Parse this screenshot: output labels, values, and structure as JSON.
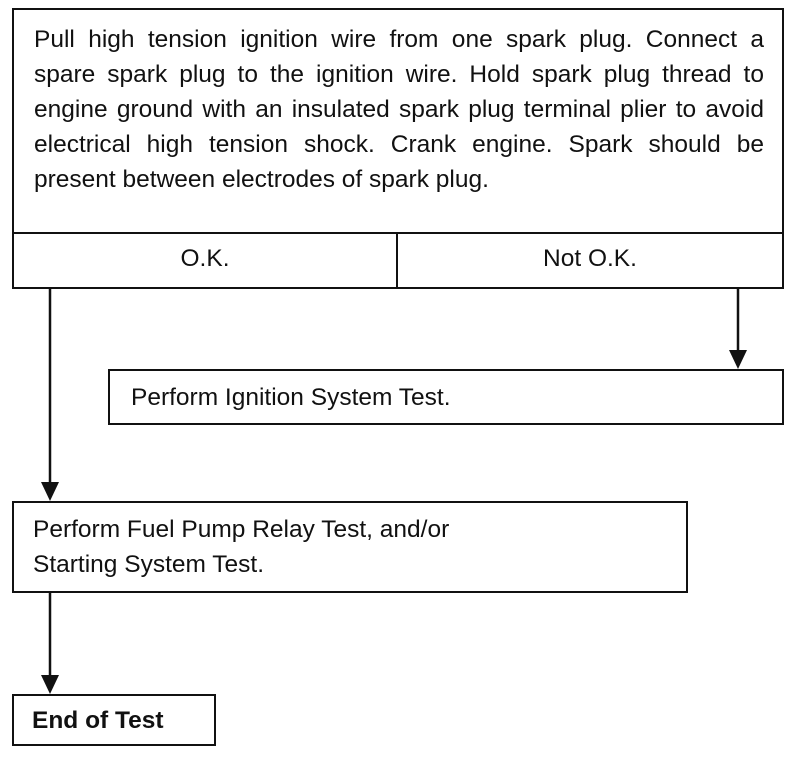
{
  "flowchart": {
    "main_step": {
      "text": "Pull high tension ignition wire from one spark plug. Connect a spare spark plug to the ignition wire.  Hold spark plug thread to engine ground with an insulated spark plug terminal plier to avoid electrical high tension shock.  Crank engine.  Spark should be present between electrodes of spark plug."
    },
    "outcomes": {
      "ok_label": "O.K.",
      "not_ok_label": "Not O.K."
    },
    "ignition_step": {
      "text": "Perform Ignition System Test."
    },
    "fuel_step": {
      "line1": "Perform Fuel Pump Relay Test,  and/or",
      "line2": "Starting System Test."
    },
    "end_step": {
      "text": "End of Test"
    }
  },
  "colors": {
    "ink": "#111111",
    "background": "#ffffff"
  }
}
